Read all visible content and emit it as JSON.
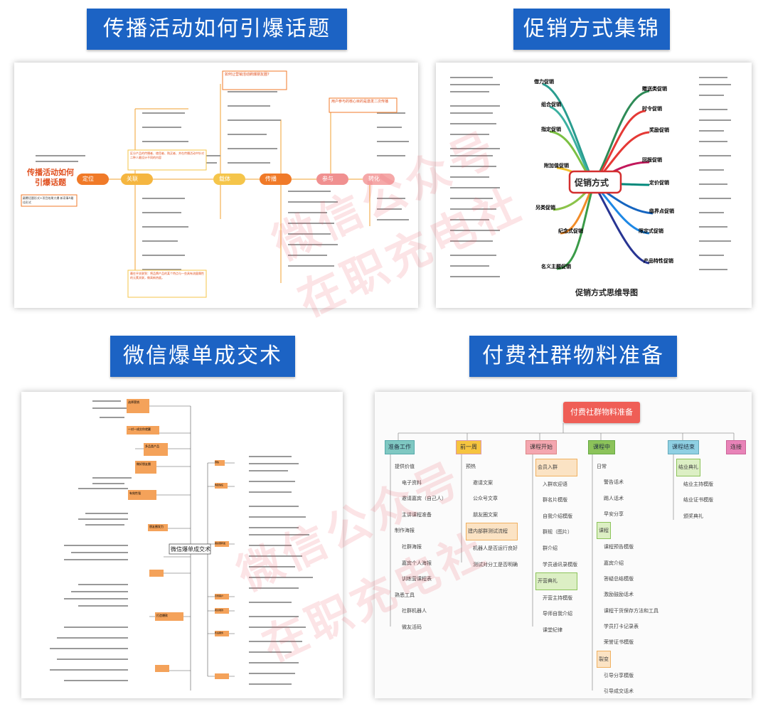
{
  "titles": {
    "t1": "传播活动如何引爆话题",
    "t2": "促销方式集锦",
    "t3": "微信爆单成交术",
    "t4": "付费社群物料准备"
  },
  "watermark": {
    "line1": "微信公众号",
    "line2": "在职充电社"
  },
  "map1": {
    "title_line1": "传播活动如何",
    "title_line2": "引爆话题",
    "note": "颠覆话题形式+项目效果大爆 新奇事A最佳形式",
    "callout_top": "如何让营销活动刷爆朋友圈?",
    "callout_mid": "区分产品的传播者、使用者、购买者、并在传播活动中针对二种人最设计不同的内容",
    "callout_bottom": "最在乎关联到：将品牌产品的某个特点与一些具有流量属性的元素关联，做高新热度。",
    "callout_right": "用户参与的核心目的是激发二次传播",
    "stages": [
      "定位",
      "关联",
      "载体",
      "传播",
      "参与",
      "转化"
    ]
  },
  "map2": {
    "center_line1": "促销方式",
    "caption": "促销方式思维导图",
    "left": [
      "借力促销",
      "组合促销",
      "指定促销",
      "附加值促销",
      "另类促销",
      "纪念式促销",
      "名义主题促销"
    ],
    "right": [
      "赠送类促销",
      "时令促销",
      "奖励促销",
      "回报促销",
      "定价促销",
      "临界点促销",
      "限定式促销",
      "产品特性促销"
    ]
  },
  "map3": {
    "center": "微信爆单成交术",
    "orange_left": [
      "选择营销",
      "一对一成交你就赢",
      "多品类产品",
      "做好朋友圈",
      "有效性强",
      "朋友圈发力",
      "打造爆款"
    ],
    "orange_right": [
      "预热",
      "构建信任",
      "朋友圈转发",
      "引导客户",
      "成交收款",
      "售后服务"
    ]
  },
  "map4": {
    "root": "付费社群物料准备",
    "branches": [
      {
        "name": "准备工作",
        "items": [
          "提供价值",
          "电子资料",
          "邀请嘉宾（自己人）",
          "主讲课程准备",
          "制作海报",
          "社群海报",
          "嘉宾个人海报",
          "训练营课程表",
          "熟悉工具",
          "社群机器人",
          "微友活码"
        ]
      },
      {
        "name": "前一周",
        "items": [
          "预热",
          "邀请文案",
          "公众号文章",
          "朋友圈文案",
          "建内部群测试流程",
          "机器人是否运行良好",
          "测试对分工是否明确"
        ]
      },
      {
        "name": "课程开始",
        "items": [
          "会员入群",
          "入群欢迎语",
          "群名片模版",
          "自我介绍模版",
          "群规（图片）",
          "群介绍",
          "学员通讯录模版",
          "开营典礼",
          "开营主持模版",
          "导师自我介绍",
          "课堂纪律"
        ]
      },
      {
        "name": "课程中",
        "items": [
          "日常",
          "警告话术",
          "踢人话术",
          "早安分享",
          "课程",
          "课程预告模版",
          "嘉宾介绍",
          "答疑总结模版",
          "激励鼓励话术",
          "课程干货保存方法和工具",
          "学员打卡记录表",
          "荣誉证书模版",
          "裂变",
          "引导分享模版",
          "引导成交话术"
        ]
      },
      {
        "name": "课程结束",
        "items": [
          "结业典礼",
          "结业主持模版",
          "结业证书模版",
          "颁奖典礼"
        ]
      },
      {
        "name": "连接",
        "items": []
      }
    ]
  }
}
